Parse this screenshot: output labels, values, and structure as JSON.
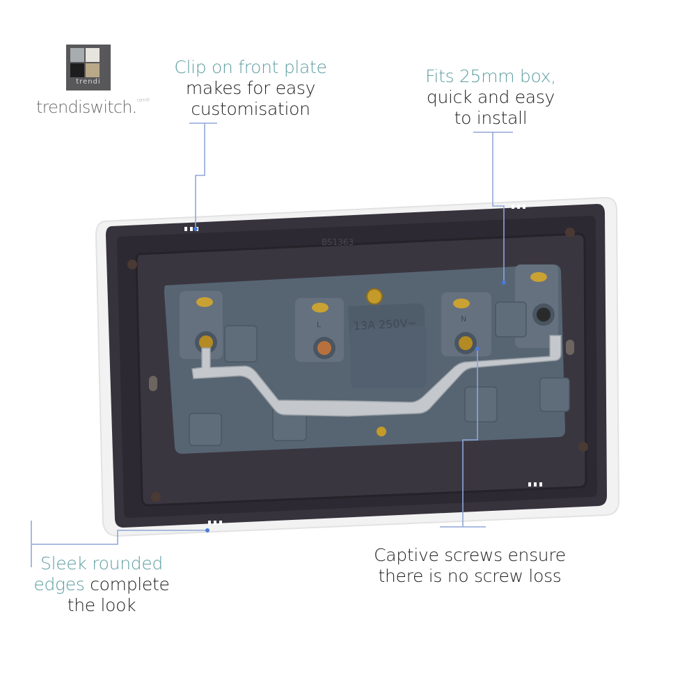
{
  "brand": {
    "logo_word": "trendi",
    "name": "trendiswitch",
    "suffix": ".",
    "sup": "com®",
    "logo_colors": [
      "#a7acae",
      "#e6e4dd",
      "#1d1d1d",
      "#b9a988"
    ]
  },
  "callouts": [
    {
      "id": "clip-on",
      "highlight": "Clip on front plate",
      "lines": [
        "makes for easy",
        "customisation"
      ]
    },
    {
      "id": "fits-box",
      "highlight": "Fits 25mm box,",
      "lines": [
        "quick and easy",
        "to install"
      ]
    },
    {
      "id": "rounded-edges",
      "highlight_a": "Sleek rounded",
      "highlight_b": "edges",
      "rest_b": " complete",
      "lines": [
        "the look"
      ]
    },
    {
      "id": "captive-screws",
      "lines": [
        "Captive screws ensure",
        "there is no screw loss"
      ]
    }
  ],
  "product": {
    "markings": {
      "rating": "13A  250V~",
      "standard": "BS1363",
      "terminal_live": "L",
      "terminal_neutral": "N"
    },
    "colors": {
      "back_plate": "#37333d",
      "inner_rim": "#2c2932",
      "mechanism": "#576573",
      "mechanism_light": "#6a7886",
      "brass": "#c9a233",
      "strap": "#c4c8cc",
      "front_plate": "#f4f4f4"
    }
  },
  "style": {
    "teal": "#5e9ea1",
    "leader_line": "#8fa6d8",
    "text": "#1e1e1e"
  }
}
